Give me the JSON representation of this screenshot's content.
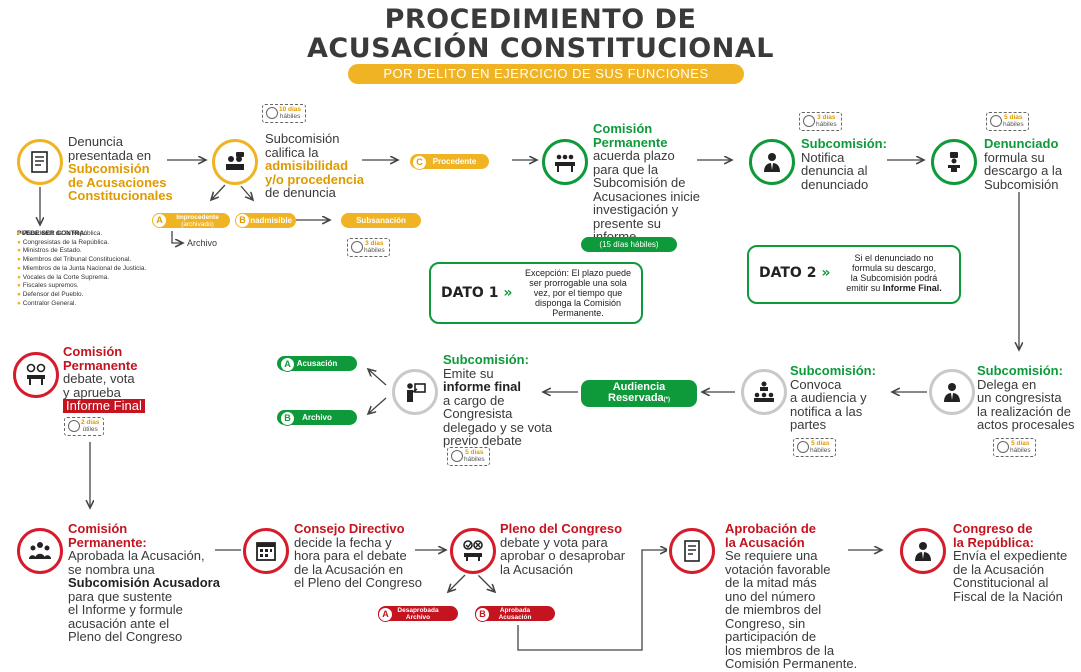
{
  "title_line1": "PROCEDIMIENTO DE",
  "title_line2": "ACUSACIÓN CONSTITUCIONAL",
  "subtitle": "POR DELITO EN EJERCICIO DE SUS FUNCIONES",
  "step1": {
    "l1": "Denuncia",
    "l2": "presentada en",
    "h1": "Subcomisión",
    "h2": "de Acusaciones",
    "h3": "Constitucionales"
  },
  "puede": {
    "title": "PUEDE SER CONTRA:",
    "items": [
      "Presidente de la República.",
      "Congresistas de la República.",
      "Ministros de Estado.",
      "Miembros del Tribunal Constitucional.",
      "Miembros de la Junta Nacional de Justicia.",
      "Vocales de la Corte Suprema.",
      "Fiscales supremos.",
      "Defensor del Pueblo.",
      "Contralor General."
    ]
  },
  "step2": {
    "clock_n": "10 días",
    "clock_u": "hábiles",
    "l1": "Subcomisión",
    "l2": "califica la",
    "h1": "admisibilidad",
    "h2": "y/o procedencia",
    "l3": "de denuncia"
  },
  "opt_improcedente": {
    "badge": "A",
    "label": "Improcedente",
    "sub": "(archivado)"
  },
  "opt_inadmisible": {
    "badge": "B",
    "label": "Inadmisible"
  },
  "archivo1": "Archivo",
  "subsanacion": {
    "label": "Subsanación",
    "clock_n": "3 días",
    "clock_u": "hábiles"
  },
  "procedente": {
    "badge": "C",
    "label": "Procedente"
  },
  "step3": {
    "h1": "Comisión",
    "h2": "Permanente",
    "l1": "acuerda plazo",
    "l2": "para que la",
    "l3": "Subcomisión de",
    "l4": "Acusaciones inicie",
    "l5": "investigación y",
    "l6": "presente su",
    "l7": "informe",
    "pill": "(15 días hábiles)"
  },
  "step4": {
    "clock_n": "3 días",
    "clock_u": "hábiles",
    "h1": "Subcomisión:",
    "l1": "Notifica",
    "l2": "denuncia al",
    "l3": "denunciado"
  },
  "step5": {
    "clock_n": "5 días",
    "clock_u": "hábiles",
    "h1": "Denunciado",
    "l1": "formula su",
    "l2": "descargo a la",
    "l3": "Subcomisión"
  },
  "dato1": {
    "label": "DATO 1",
    "arrow": "»",
    "l1": "Excepción: El plazo puede",
    "l2": "ser prorrogable una sola",
    "l3": "vez, por el tiempo que",
    "l4": "disponga la Comisión",
    "l5": "Permanente."
  },
  "dato2": {
    "label": "DATO 2",
    "arrow": "»",
    "l1": "Si el denunciado no",
    "l2": "formula su descargo,",
    "l3": "la Subcomisión podrá",
    "l4": "emitir su",
    "l5": "Informe Final."
  },
  "step6": {
    "h1": "Subcomisión:",
    "l1": "Delega en",
    "l2": "un congresista",
    "l3": "la realización de",
    "l4": "actos procesales",
    "clock_n": "5 días",
    "clock_u": "hábiles"
  },
  "step7": {
    "h1": "Subcomisión:",
    "l1": "Convoca",
    "l2": "a audiencia y",
    "l3": "notifica a las",
    "l4": "partes",
    "clock_n": "5 días",
    "clock_u": "hábiles"
  },
  "audiencia": {
    "l1": "Audiencia",
    "l2": "Reservada",
    "sup": "(*)"
  },
  "step8": {
    "h1": "Subcomisión:",
    "l1": "Emite su",
    "b1": "informe final",
    "l2": "a cargo de",
    "l3": "Congresista",
    "l4": "delegado y se vota",
    "l5": "previo debate",
    "clock_n": "5 días",
    "clock_u": "hábiles"
  },
  "opt_acusacion": {
    "badge": "A",
    "label": "Acusación"
  },
  "opt_archivo": {
    "badge": "B",
    "label": "Archivo"
  },
  "step9": {
    "h1": "Comisión",
    "h2": "Permanente",
    "l1": "debate, vota",
    "l2": "y aprueba",
    "hl": "Informe Final",
    "clock_n": "2 días",
    "clock_u": "útiles"
  },
  "step10": {
    "h1": "Comisión",
    "h2": "Permanente:",
    "l1": "Aprobada la Acusación,",
    "l2": "se nombra una",
    "b1": "Subcomisión Acusadora",
    "l3": "para que sustente",
    "l4": "el Informe y formule",
    "l5": "acusación ante el",
    "l6": "Pleno del Congreso"
  },
  "step11": {
    "h1": "Consejo Directivo",
    "l1": "decide la fecha y",
    "l2": "hora para el debate",
    "l3": "de la Acusación en",
    "l4": "el Pleno del Congreso"
  },
  "step12": {
    "h1": "Pleno del Congreso",
    "l1": "debate y vota para",
    "l2": "aprobar o desaprobar",
    "l3": "la Acusación"
  },
  "opt_desaprobada": {
    "badge": "A",
    "l1": "Desaprobada",
    "l2": "Archivo"
  },
  "opt_aprobada": {
    "badge": "B",
    "l1": "Aprobada",
    "l2": "Acusación"
  },
  "step13": {
    "h1": "Aprobación de",
    "h2": "la Acusación",
    "l1": "Se requiere una",
    "l2": "votación favorable",
    "l3": "de la mitad más",
    "l4": "uno del número",
    "l5": "de miembros del",
    "l6": "Congreso, sin",
    "l7": "participación de",
    "l8": "los miembros de la",
    "l9": "Comisión Permanente."
  },
  "step14": {
    "h1": "Congreso de",
    "h2": "la República:",
    "l1": "Envía el expediente",
    "l2": "de la Acusación",
    "l3": "Constitucional al",
    "l4": "Fiscal de la Nación"
  },
  "colors": {
    "yellow": "#f0b323",
    "green": "#0e9a3b",
    "red": "#c4141f",
    "text": "#3a3a3a"
  }
}
